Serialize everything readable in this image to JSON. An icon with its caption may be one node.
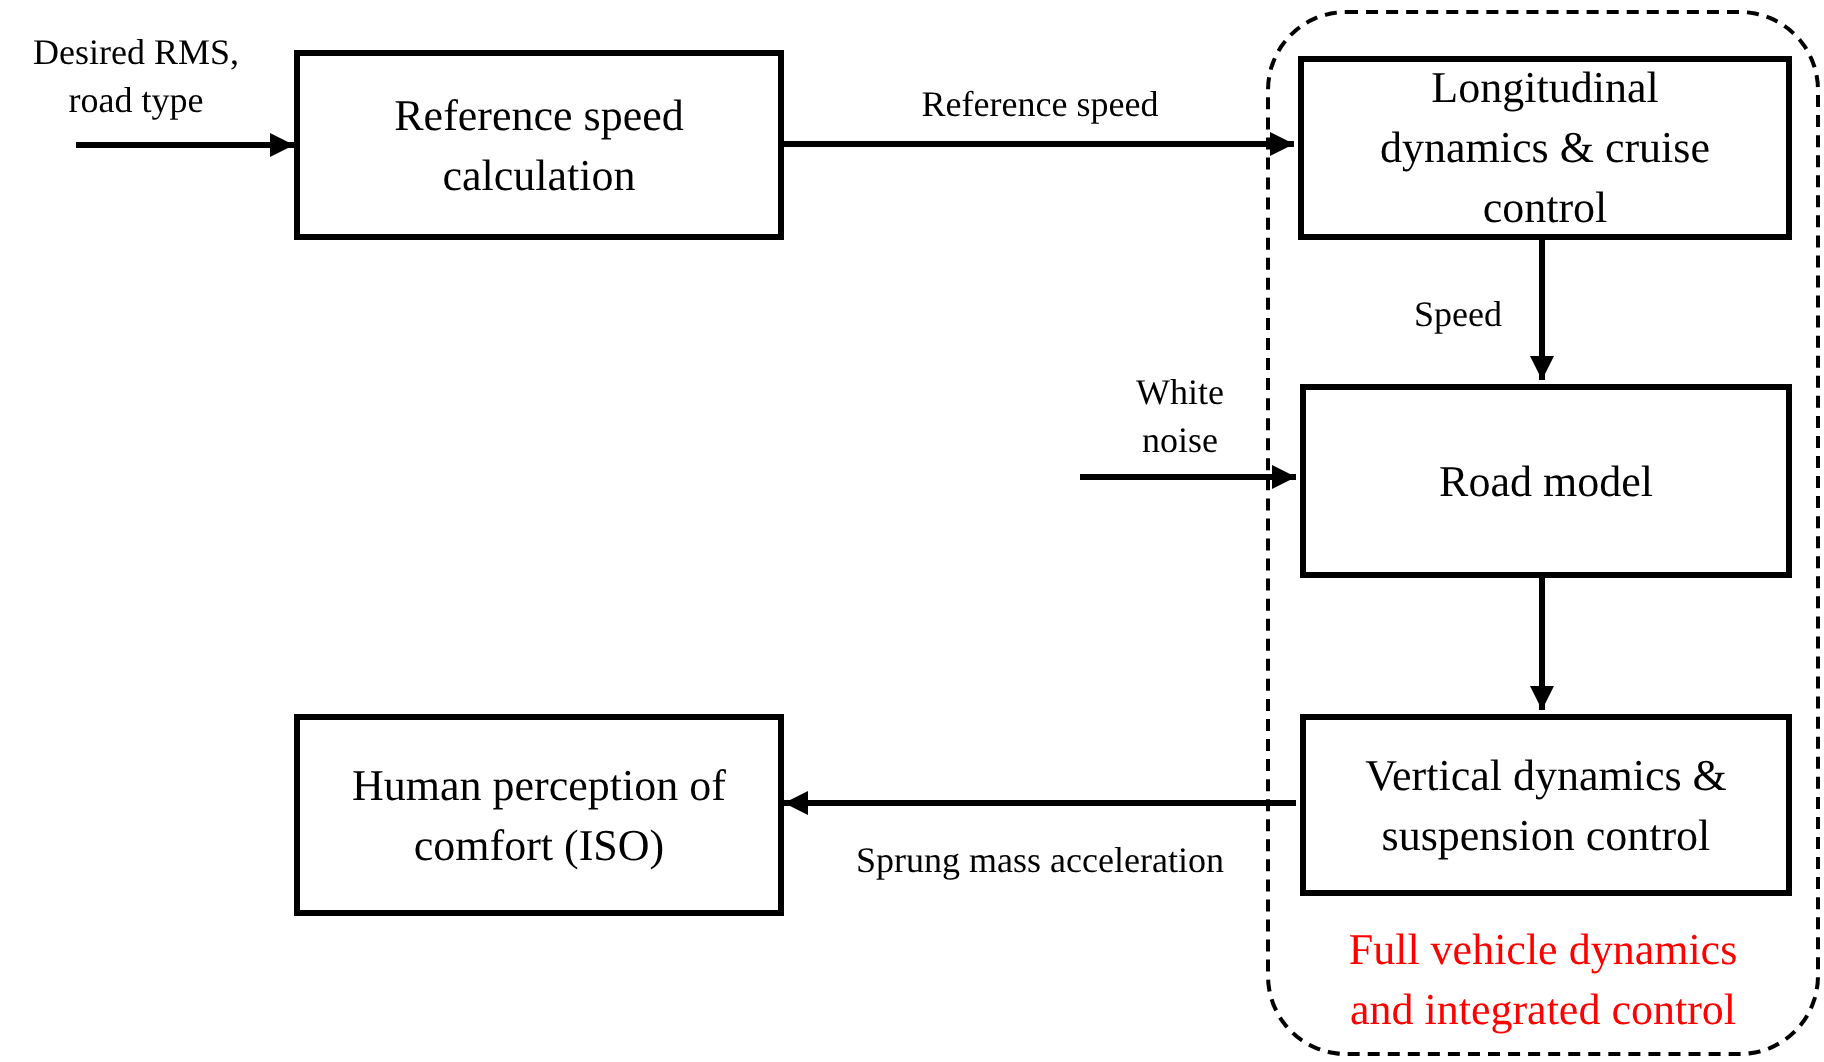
{
  "diagram": {
    "nodes": [
      {
        "text": [
          "Full vehicle dynamics and integrated control"
        ]
      },
      {
        "text": [
          "Reference speed calculation"
        ]
      },
      {
        "text": [
          "Longitudinal dynamics & cruise control"
        ],
        "in": 0
      },
      {
        "text": [
          "Road model"
        ],
        "in": 0
      },
      {
        "text": [
          "Vertical dynamics & suspension control"
        ],
        "in": 0
      },
      {
        "text": [
          "Human perception of comfort (ISO)"
        ]
      }
    ],
    "edges": [
      {
        "from": null,
        "to": 1,
        "arrow": "to",
        "label": "Desired RMS, road type"
      },
      {
        "from": 1,
        "to": 2,
        "arrow": "to",
        "label": "Reference speed"
      },
      {
        "from": 2,
        "to": 3,
        "arrow": "to",
        "label": "Speed"
      },
      {
        "from": null,
        "to": 3,
        "arrow": "to",
        "label": "White noise"
      },
      {
        "from": 3,
        "to": 4,
        "arrow": "to"
      },
      {
        "from": 4,
        "to": 5,
        "arrow": "to",
        "label": "Sprung mass acceleration"
      }
    ]
  }
}
